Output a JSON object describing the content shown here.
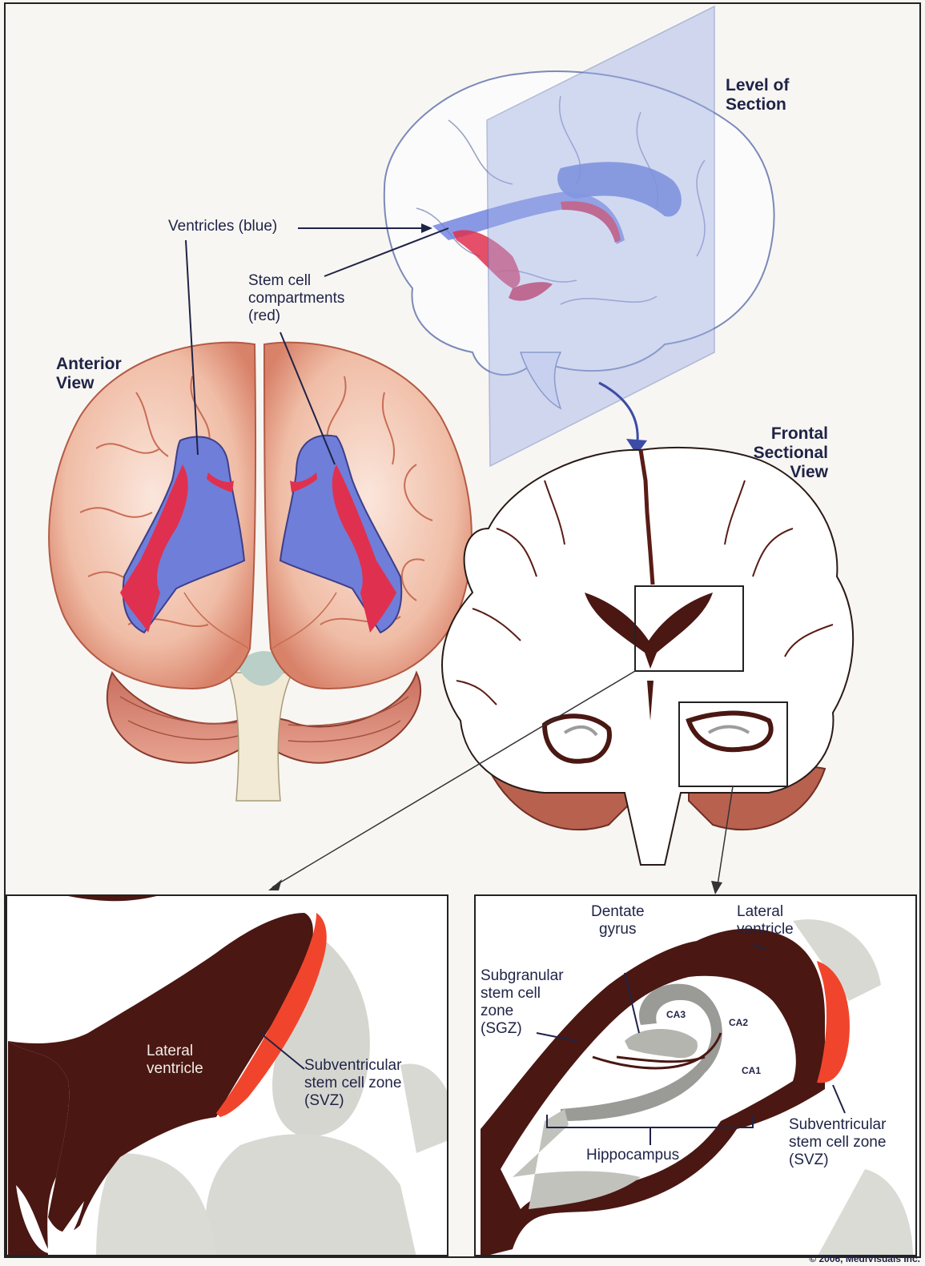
{
  "labels": {
    "level_of_section": "Level of\nSection",
    "anterior_view": "Anterior\nView",
    "frontal_sectional_view": "Frontal\nSectional\nView",
    "ventricles_blue": "Ventricles (blue)",
    "stem_cell_compartments": "Stem cell\ncompartments\n(red)",
    "lateral_ventricle_left": "Lateral\nventricle",
    "svz_left": "Subventricular\nstem cell zone\n(SVZ)",
    "dentate_gyrus": "Dentate\ngyrus",
    "lateral_ventricle_right": "Lateral\nventricle",
    "sgz": "Subgranular\nstem cell\nzone\n(SGZ)",
    "ca3": "CA3",
    "ca2": "CA2",
    "ca1": "CA1",
    "hippocampus": "Hippocampus",
    "svz_right": "Subventricular\nstem cell zone\n(SVZ)"
  },
  "copyright": "© 2006, MediVisuals Inc.",
  "colors": {
    "ventricle_blue": "#6f7ed8",
    "stem_cell_red": "#e0304f",
    "brain_pink": "#f0c3b0",
    "ventricle_dark": "#4a1712",
    "svz_orange": "#f0452c"
  }
}
